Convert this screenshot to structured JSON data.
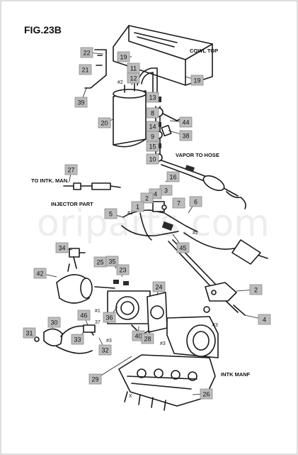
{
  "figure": {
    "title": "FIG.23B",
    "watermark": "oriparts.com"
  },
  "labels": {
    "cowl_top": "COWL TOP",
    "vapor_to_hose": "VAPOR TO HOSE",
    "to_intk_man": "TO INTK. MAN.",
    "injector_part": "INJECTOR PART",
    "intk_manf": "INTK MANF"
  },
  "small_marks": {
    "m1": "#2",
    "m2": "#1",
    "m3": "#2",
    "m4": "#1",
    "m5": "37",
    "m6": "#3",
    "m7": "#3",
    "m8": "43",
    "m9": "X",
    "m10": "7"
  },
  "callouts": [
    "22",
    "19",
    "11",
    "21",
    "12",
    "39",
    "19",
    "13",
    "8",
    "44",
    "20",
    "14",
    "38",
    "9",
    "15",
    "10",
    "16",
    "27",
    "3",
    "4",
    "2",
    "7",
    "6",
    "5",
    "1",
    "45",
    "34",
    "25",
    "35",
    "23",
    "42",
    "24",
    "2",
    "4",
    "36",
    "46",
    "40",
    "28",
    "30",
    "31",
    "33",
    "32",
    "29",
    "26"
  ]
}
